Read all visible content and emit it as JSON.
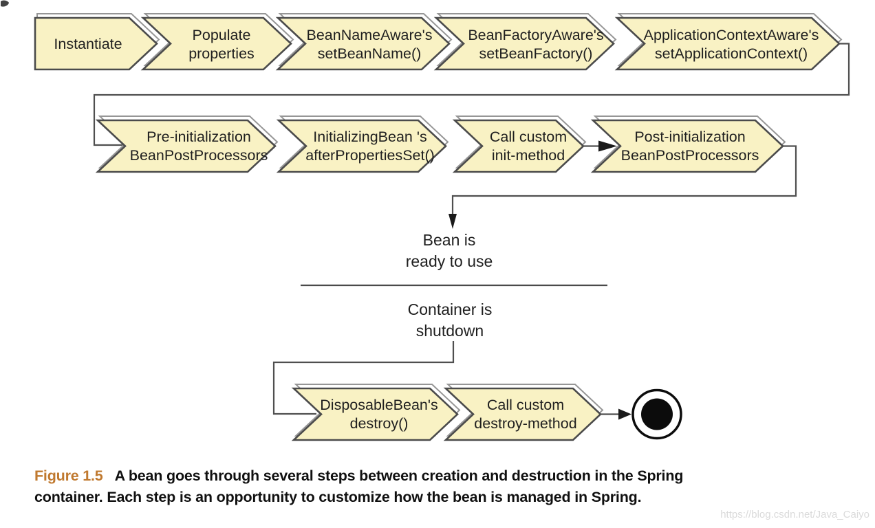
{
  "flow": {
    "row1": [
      {
        "l1": "Instantiate",
        "l2": ""
      },
      {
        "l1": "Populate",
        "l2": "properties"
      },
      {
        "l1": "BeanNameAware's",
        "l2": "setBeanName()"
      },
      {
        "l1": "BeanFactoryAware's",
        "l2": "setBeanFactory()"
      },
      {
        "l1": "ApplicationContextAware's",
        "l2": "setApplicationContext()"
      }
    ],
    "row2": [
      {
        "l1": "Pre-initialization",
        "l2": "BeanPostProcessors"
      },
      {
        "l1": "InitializingBean 's",
        "l2": "afterPropertiesSet()"
      },
      {
        "l1": "Call custom",
        "l2": "init-method"
      },
      {
        "l1": "Post-initialization",
        "l2": "BeanPostProcessors"
      }
    ],
    "row3": [
      {
        "l1": "DisposableBean's",
        "l2": "destroy()"
      },
      {
        "l1": "Call custom",
        "l2": "destroy-method"
      }
    ],
    "labels": {
      "ready_l1": "Bean is",
      "ready_l2": "ready to use",
      "shutdown_l1": "Container is",
      "shutdown_l2": "shutdown"
    }
  },
  "caption": {
    "figure_label": "Figure 1.5",
    "line1": "A bean goes through several steps between creation and destruction in the Spring",
    "line2": "container. Each step is an opportunity to customize how the bean is managed in Spring."
  },
  "watermark": "https://blog.csdn.net/Java_Caiyo",
  "colors": {
    "box_fill": "#f9f2c4",
    "box_stroke": "#4b4b4b",
    "shadow": "#969696",
    "line": "#4f4f4f",
    "ink": "#1f1f1f",
    "caption_label": "#c0792f",
    "caption_ink": "#101010",
    "watermark": "#dadada",
    "terminal": "#0c0c0c"
  }
}
